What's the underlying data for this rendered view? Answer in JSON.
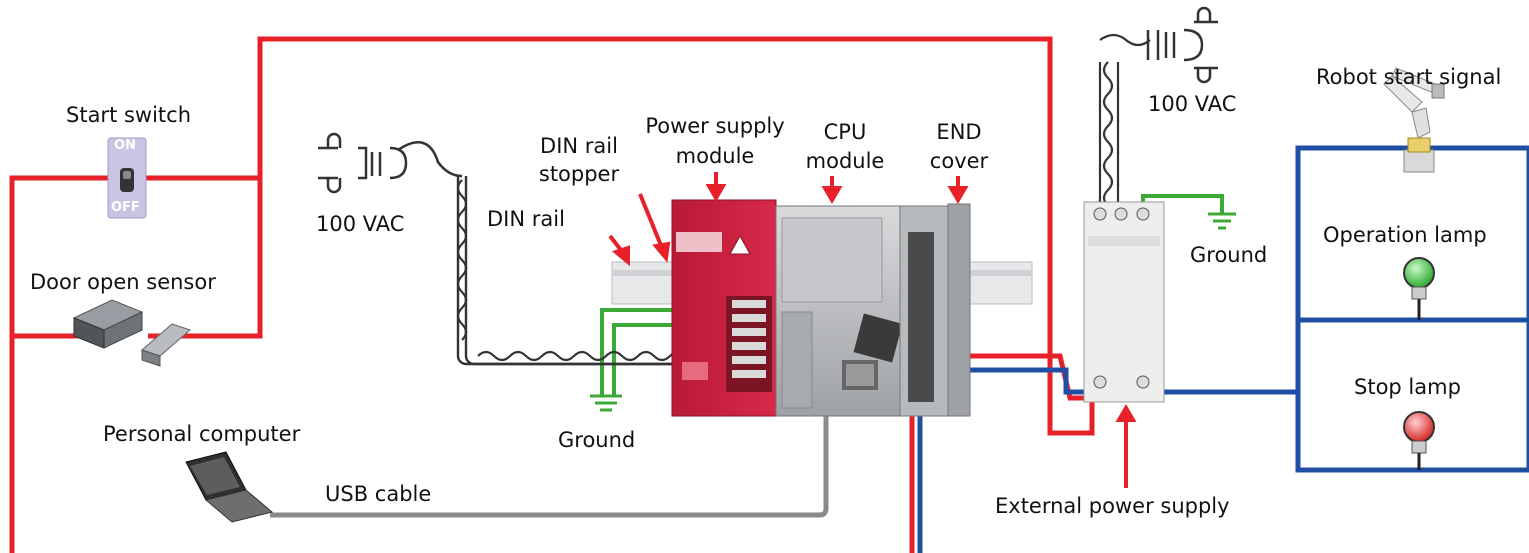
{
  "labels": {
    "start_switch": "Start switch",
    "switch_on": "ON",
    "switch_off": "OFF",
    "door_open_sensor": "Door open sensor",
    "personal_computer": "Personal computer",
    "usb_cable": "USB cable",
    "vac_left": "100 VAC",
    "din_rail": "DIN rail",
    "din_rail_stopper_1": "DIN rail",
    "din_rail_stopper_2": "stopper",
    "power_supply_module_1": "Power supply",
    "power_supply_module_2": "module",
    "cpu_module_1": "CPU",
    "cpu_module_2": "module",
    "end_cover_1": "END",
    "end_cover_2": "cover",
    "ground_left": "Ground",
    "vac_right": "100 VAC",
    "ground_right": "Ground",
    "external_power_supply": "External power supply",
    "robot_start_signal": "Robot start signal",
    "operation_lamp": "Operation lamp",
    "stop_lamp": "Stop lamp"
  },
  "colors": {
    "red_wire": "#e8202a",
    "blue_wire": "#1f4fa3",
    "green_wire": "#3aa935",
    "gray_cable": "#8a8a8a",
    "power_module": "#c8203a",
    "lamp_green": "#2eb82e",
    "lamp_red": "#e02020"
  }
}
